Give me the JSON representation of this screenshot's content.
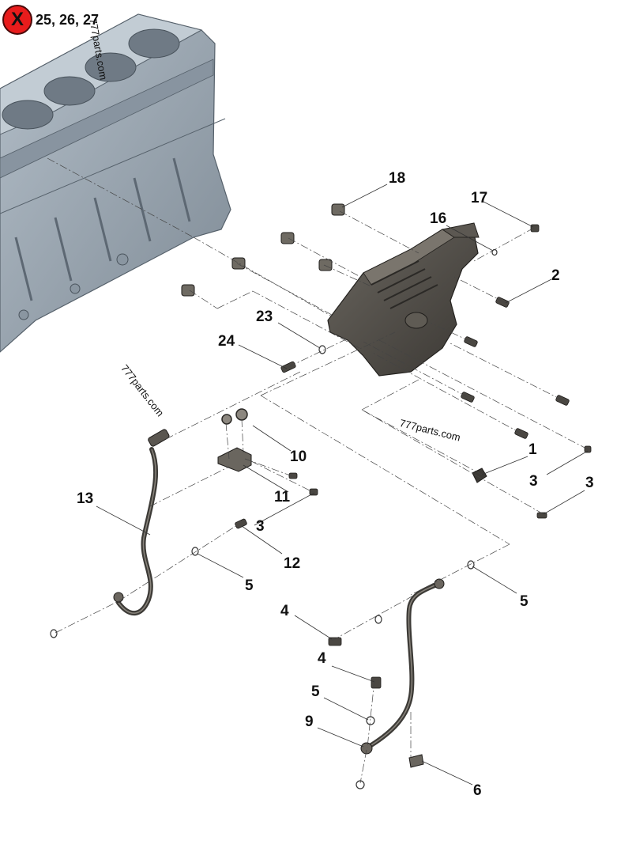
{
  "header": {
    "badge_symbol": "X",
    "badge_label": "25, 26, 27",
    "badge_color": "#e81c1c"
  },
  "watermark": "777parts.com",
  "callouts": {
    "c18": "18",
    "c17": "17",
    "c16": "16",
    "c2": "2",
    "c23": "23",
    "c24": "24",
    "c10": "10",
    "c1": "1",
    "c3a": "3",
    "c3b": "3",
    "c13": "13",
    "c11": "11",
    "c3c": "3",
    "c12": "12",
    "c5a": "5",
    "c5b": "5",
    "c4a": "4",
    "c4b": "4",
    "c5c": "5",
    "c9": "9",
    "c6": "6"
  },
  "colors": {
    "block": "#9aa7b2",
    "block_dark": "#6d7883",
    "part": "#4b4843",
    "part_light": "#77726b",
    "leader": "#333333"
  }
}
